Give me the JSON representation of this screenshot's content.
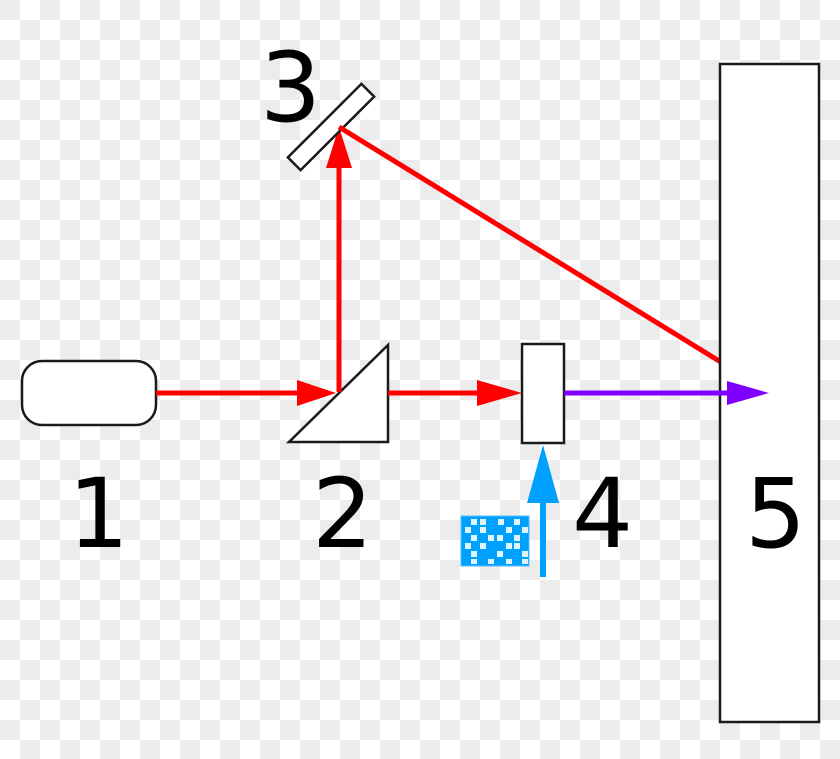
{
  "diagram": {
    "type": "optical-setup",
    "labels": [
      {
        "id": "1",
        "text": "1",
        "component": "laser-source"
      },
      {
        "id": "2",
        "text": "2",
        "component": "beam-splitter-prism"
      },
      {
        "id": "3",
        "text": "3",
        "component": "mirror"
      },
      {
        "id": "4",
        "text": "4",
        "component": "modulator"
      },
      {
        "id": "5",
        "text": "5",
        "component": "screen"
      }
    ],
    "colors": {
      "beam_red": "#ff0000",
      "beam_violet": "#7f00ff",
      "beam_blue": "#00a0ff",
      "outline": "#1a1a1a",
      "checker_light": "#ececec",
      "checker_white": "#ffffff"
    }
  }
}
